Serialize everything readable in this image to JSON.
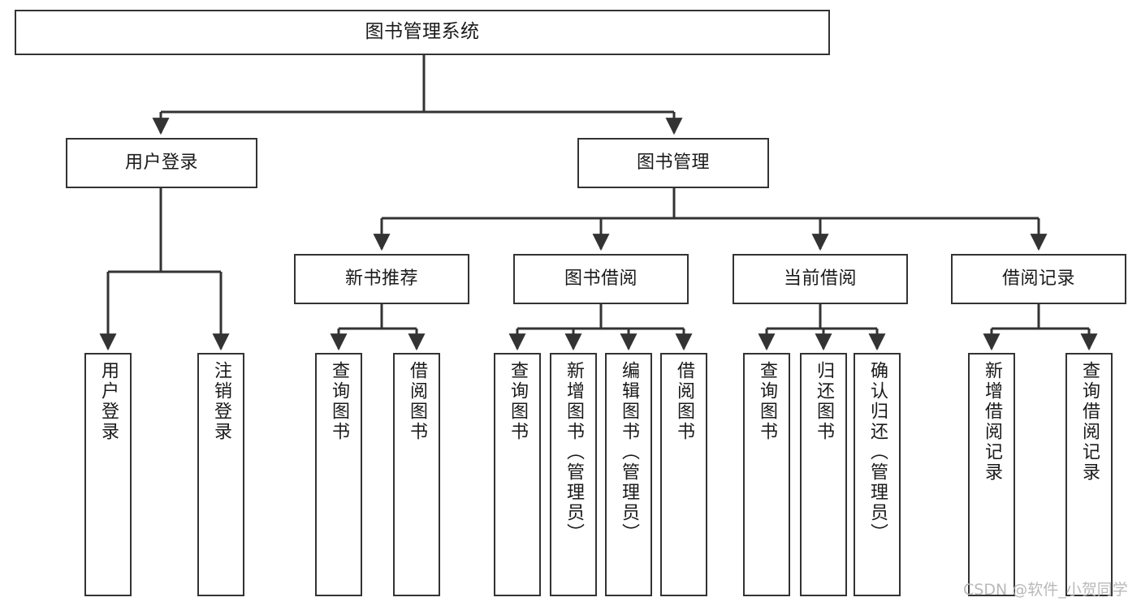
{
  "diagram": {
    "title": "图书管理系统",
    "type": "tree-hierarchy",
    "style": {
      "box_border_color": "#333333",
      "box_fill_color": "#ffffff",
      "line_color": "#333333",
      "text_color": "#1a1a1a",
      "background_color": "#ffffff"
    },
    "root": {
      "label": "图书管理系统"
    },
    "level2": [
      {
        "label": "用户登录"
      },
      {
        "label": "图书管理"
      }
    ],
    "level3": [
      {
        "label": "新书推荐"
      },
      {
        "label": "图书借阅"
      },
      {
        "label": "当前借阅"
      },
      {
        "label": "借阅记录"
      }
    ],
    "leaves": {
      "user_login": [
        {
          "label": "用户登录"
        },
        {
          "label": "注销登录"
        }
      ],
      "new_book_recommend": [
        {
          "label": "查询图书"
        },
        {
          "label": "借阅图书"
        }
      ],
      "book_borrow": [
        {
          "label": "查询图书"
        },
        {
          "label": "新增图书（管理员）"
        },
        {
          "label": "编辑图书（管理员）"
        },
        {
          "label": "借阅图书"
        }
      ],
      "current_borrow": [
        {
          "label": "查询图书"
        },
        {
          "label": "归还图书"
        },
        {
          "label": "确认归还（管理员）"
        }
      ],
      "borrow_record": [
        {
          "label": "新增借阅记录"
        },
        {
          "label": "查询借阅记录"
        }
      ]
    }
  },
  "watermark": {
    "text": "CSDN @软件_小贺同学"
  }
}
